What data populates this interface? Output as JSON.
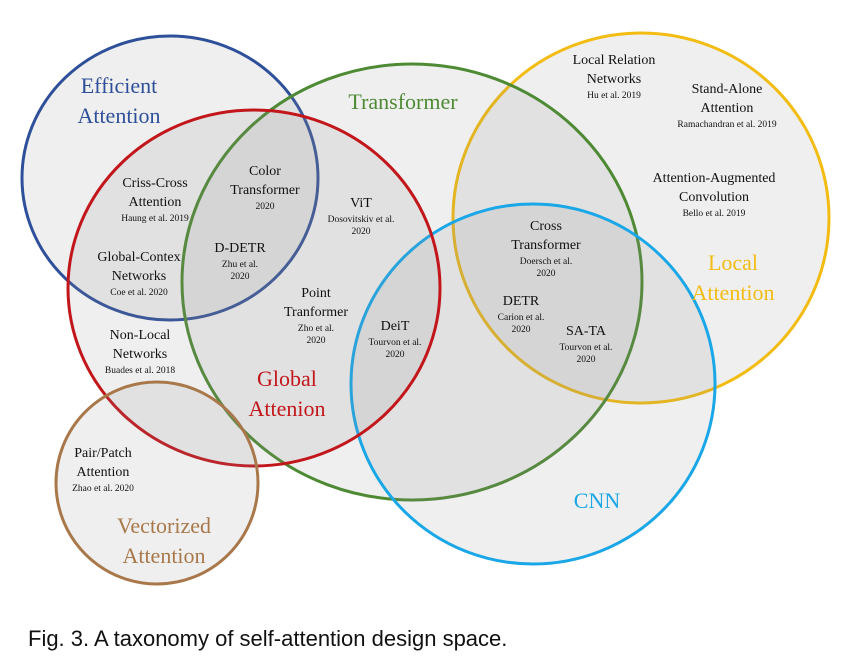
{
  "caption": "Fig. 3. A taxonomy of self-attention design space.",
  "sets": {
    "efficient_attention": {
      "label": [
        "Efficient",
        "Attention"
      ],
      "color": "#2e4f9a"
    },
    "transformer": {
      "label": [
        "Transformer"
      ],
      "color": "#4e8a34"
    },
    "global_attention": {
      "label": [
        "Global",
        "Attenion"
      ],
      "color": "#c2161b"
    },
    "local_attention": {
      "label": [
        "Local",
        "Attention"
      ],
      "color": "#f3bc12"
    },
    "cnn": {
      "label": [
        "CNN"
      ],
      "color": "#1aa7e8"
    },
    "vectorized_attention": {
      "label": [
        "Vectorized",
        "Attention"
      ],
      "color": "#a9784a"
    }
  },
  "methods": [
    {
      "key": "criss_cross",
      "name": [
        "Criss-Cross",
        "Attention"
      ],
      "cite": [
        "Haung et al. 2019"
      ]
    },
    {
      "key": "color_transformer",
      "name": [
        "Color",
        "Transformer"
      ],
      "cite": [
        "2020"
      ]
    },
    {
      "key": "vit",
      "name": [
        "ViT"
      ],
      "cite": [
        "Dosovitskiv  et al.",
        "2020"
      ]
    },
    {
      "key": "global_context",
      "name": [
        "Global-Contex",
        "Networks"
      ],
      "cite": [
        "Coe et al. 2020"
      ]
    },
    {
      "key": "d_detr",
      "name": [
        "D-DETR"
      ],
      "cite": [
        "Zhu et al.",
        "2020"
      ]
    },
    {
      "key": "point_transformer",
      "name": [
        "Point",
        "Tranformer"
      ],
      "cite": [
        "Zho et al.",
        "2020"
      ]
    },
    {
      "key": "deit",
      "name": [
        "DeiT"
      ],
      "cite": [
        "Tourvon et al.",
        "2020"
      ]
    },
    {
      "key": "non_local",
      "name": [
        "Non-Local",
        "Networks"
      ],
      "cite": [
        "Buades et al. 2018"
      ]
    },
    {
      "key": "pair_patch",
      "name": [
        "Pair/Patch",
        "Attention"
      ],
      "cite": [
        "Zhao et al. 2020"
      ]
    },
    {
      "key": "local_relation",
      "name": [
        "Local Relation",
        "Networks"
      ],
      "cite": [
        "Hu et al. 2019"
      ]
    },
    {
      "key": "stand_alone",
      "name": [
        "Stand-Alone",
        "Attention"
      ],
      "cite": [
        "Ramachandran et al. 2019"
      ]
    },
    {
      "key": "attention_augmented",
      "name": [
        "Attention-Augmented",
        "Convolution"
      ],
      "cite": [
        "Bello et al. 2019"
      ]
    },
    {
      "key": "cross_transformer",
      "name": [
        "Cross",
        "Transformer"
      ],
      "cite": [
        "Doersch et al.",
        "2020"
      ]
    },
    {
      "key": "detr",
      "name": [
        "DETR"
      ],
      "cite": [
        "Carion et al.",
        "2020"
      ]
    },
    {
      "key": "sa_ta",
      "name": [
        "SA-TA"
      ],
      "cite": [
        "Tourvon et al.",
        "2020"
      ]
    }
  ]
}
